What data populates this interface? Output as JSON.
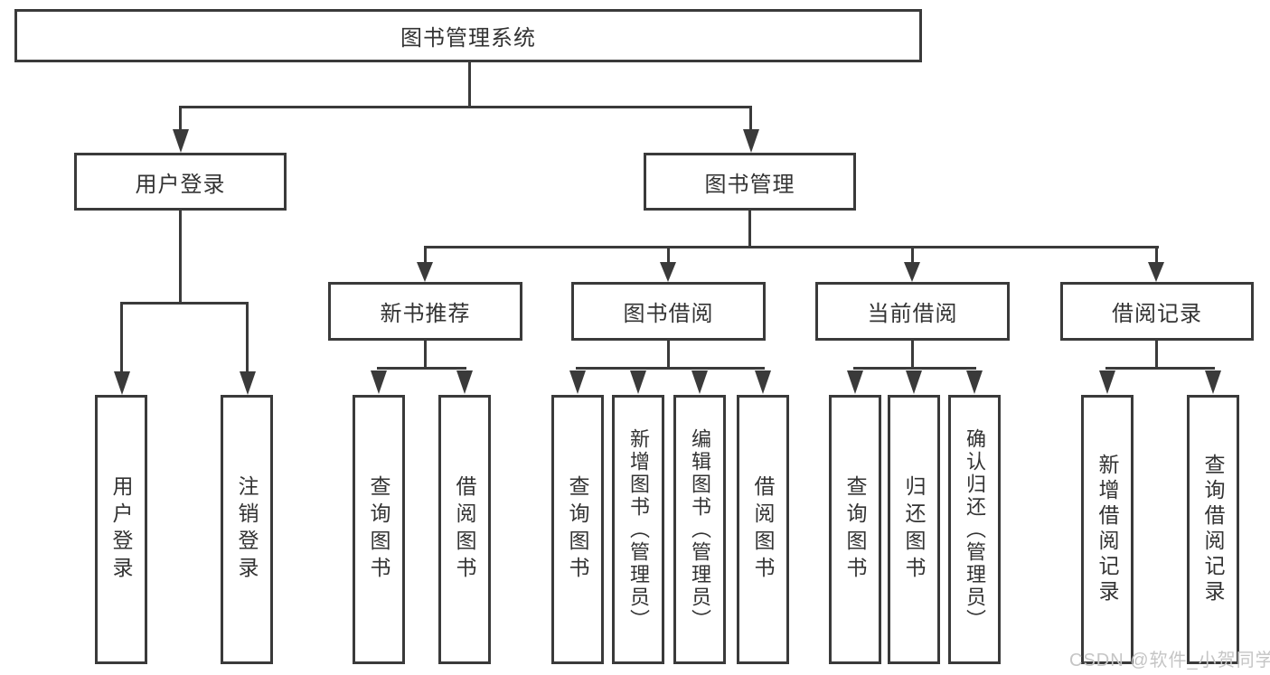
{
  "colors": {
    "line": "#3a3a3a",
    "text": "#333333",
    "background": "#ffffff",
    "watermark": "#c5c5c5"
  },
  "watermark": "CSDN @软件_小贺同学",
  "tree": {
    "root": "图书管理系统",
    "children": [
      {
        "label": "用户登录",
        "children": [
          "用户登录",
          "注销登录"
        ]
      },
      {
        "label": "图书管理",
        "children": [
          {
            "label": "新书推荐",
            "children": [
              "查询图书",
              "借阅图书"
            ]
          },
          {
            "label": "图书借阅",
            "children": [
              "查询图书",
              "新增图书（管理员）",
              "编辑图书（管理员）",
              "借阅图书"
            ]
          },
          {
            "label": "当前借阅",
            "children": [
              "查询图书",
              "归还图书",
              "确认归还（管理员）"
            ]
          },
          {
            "label": "借阅记录",
            "children": [
              "新增借阅记录",
              "查询借阅记录"
            ]
          }
        ]
      }
    ]
  }
}
